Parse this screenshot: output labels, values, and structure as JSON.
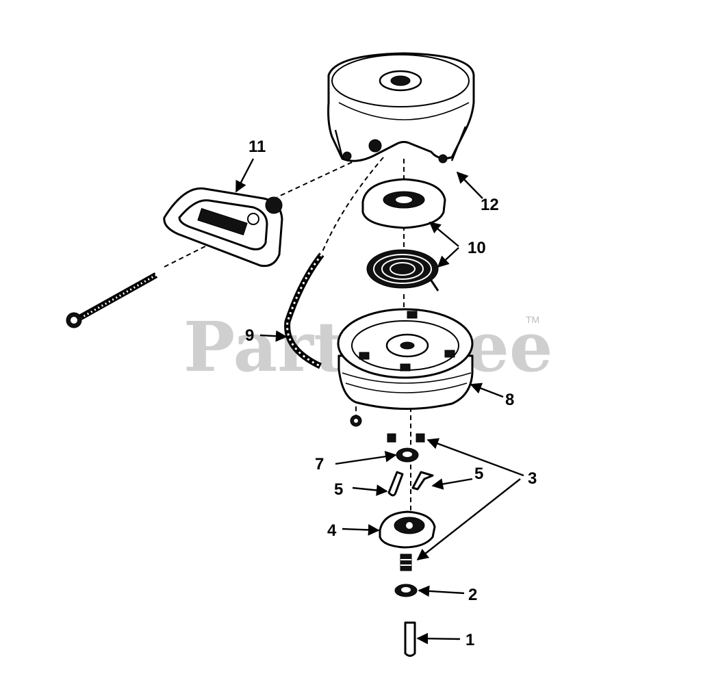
{
  "watermark": {
    "text": "PartsTree",
    "trademark": "TM"
  },
  "callouts": [
    "1",
    "2",
    "3",
    "4",
    "5",
    "5",
    "7",
    "8",
    "9",
    "10",
    "11",
    "12"
  ]
}
